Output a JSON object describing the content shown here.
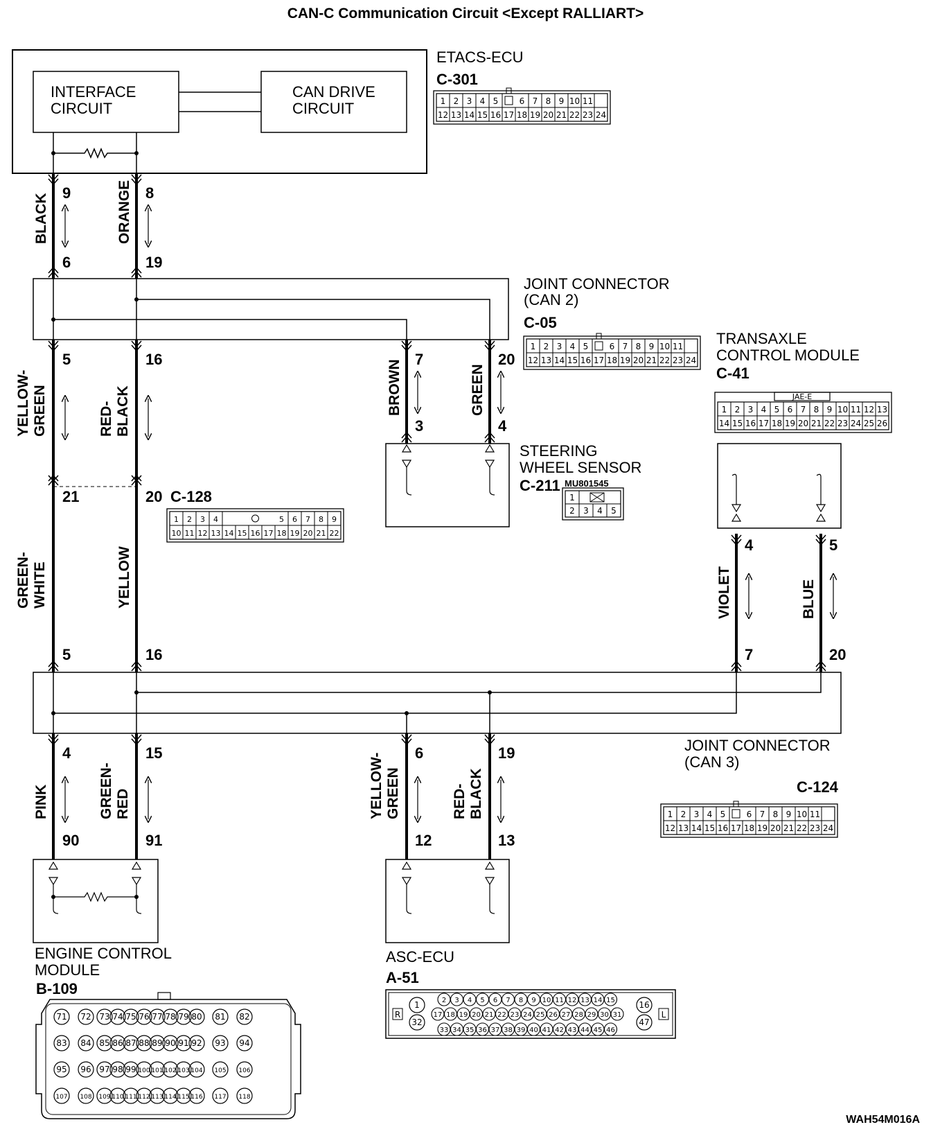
{
  "title": "CAN-C Communication Circuit <Except RALLIART>",
  "figure_code": "WAH54M016A",
  "components": {
    "etacs": {
      "name": "ETACS-ECU",
      "connector": "C-301"
    },
    "interface_circuit": {
      "line1": "INTERFACE",
      "line2": "CIRCUIT"
    },
    "can_drive_circuit": {
      "line1": "CAN DRIVE",
      "line2": "CIRCUIT"
    },
    "jc2": {
      "line1": "JOINT CONNECTOR",
      "line2": "(CAN 2)",
      "connector": "C-05"
    },
    "tcm": {
      "line1": "TRANSAXLE",
      "line2": "CONTROL MODULE",
      "connector": "C-41",
      "tag": "JAE-E"
    },
    "sws": {
      "line1": "STEERING",
      "line2": "WHEEL SENSOR",
      "connector": "C-211",
      "part": "MU801545"
    },
    "c128": {
      "connector": "C-128"
    },
    "jc3": {
      "line1": "JOINT CONNECTOR",
      "line2": "(CAN 3)",
      "connector": "C-124"
    },
    "ecm": {
      "line1": "ENGINE CONTROL",
      "line2": "MODULE",
      "connector": "B-109"
    },
    "asc": {
      "name": "ASC-ECU",
      "connector": "A-51"
    }
  },
  "pins": {
    "etacs_l": "9",
    "etacs_r": "8",
    "jc2_in_l": "6",
    "jc2_in_r": "19",
    "jc2_out_l": "5",
    "jc2_out_r": "16",
    "jc2_out_a": "7",
    "jc2_out_b": "20",
    "sws_l": "3",
    "sws_r": "4",
    "c128_l": "21",
    "c128_r": "20",
    "jc3_in_l": "5",
    "jc3_in_r": "16",
    "tcm_l": "4",
    "tcm_r": "5",
    "jc3_in_a": "7",
    "jc3_in_b": "20",
    "jc3_out_l": "4",
    "jc3_out_r": "15",
    "jc3_out_a": "6",
    "jc3_out_b": "19",
    "ecm_l": "90",
    "ecm_r": "91",
    "asc_l": "12",
    "asc_r": "13"
  },
  "wires": {
    "w1": "BLACK",
    "w2": "ORANGE",
    "w3a": "YELLOW-",
    "w3b": "GREEN",
    "w4a": "RED-",
    "w4b": "BLACK",
    "w5": "BROWN",
    "w6": "GREEN",
    "w7a": "GREEN-",
    "w7b": "WHITE",
    "w8": "YELLOW",
    "w9": "VIOLET",
    "w10": "BLUE",
    "w11": "PINK",
    "w12a": "GREEN-",
    "w12b": "RED",
    "w13a": "YELLOW-",
    "w13b": "GREEN",
    "w14a": "RED-",
    "w14b": "BLACK"
  },
  "connector_pins": {
    "c301": {
      "top": [
        "1",
        "2",
        "3",
        "4",
        "5",
        "6",
        "7",
        "8",
        "9",
        "10",
        "11"
      ],
      "bottom": [
        "12",
        "13",
        "14",
        "15",
        "16",
        "17",
        "18",
        "19",
        "20",
        "21",
        "22",
        "23",
        "24"
      ]
    },
    "c05": {
      "top": [
        "1",
        "2",
        "3",
        "4",
        "5",
        "6",
        "7",
        "8",
        "9",
        "10",
        "11"
      ],
      "bottom": [
        "12",
        "13",
        "14",
        "15",
        "16",
        "17",
        "18",
        "19",
        "20",
        "21",
        "22",
        "23",
        "24"
      ]
    },
    "c124": {
      "top": [
        "1",
        "2",
        "3",
        "4",
        "5",
        "6",
        "7",
        "8",
        "9",
        "10",
        "11"
      ],
      "bottom": [
        "12",
        "13",
        "14",
        "15",
        "16",
        "17",
        "18",
        "19",
        "20",
        "21",
        "22",
        "23",
        "24"
      ]
    },
    "c41": {
      "top": [
        "1",
        "2",
        "3",
        "4",
        "5",
        "6",
        "7",
        "8",
        "9",
        "10",
        "11",
        "12",
        "13"
      ],
      "bottom": [
        "14",
        "15",
        "16",
        "17",
        "18",
        "19",
        "20",
        "21",
        "22",
        "23",
        "24",
        "25",
        "26"
      ]
    },
    "c128": {
      "top": [
        "1",
        "2",
        "3",
        "4",
        "5",
        "6",
        "7",
        "8",
        "9"
      ],
      "bottom": [
        "10",
        "11",
        "12",
        "13",
        "14",
        "15",
        "16",
        "17",
        "18",
        "19",
        "20",
        "21",
        "22"
      ]
    },
    "c211": {
      "top": [
        "1"
      ],
      "bottom": [
        "2",
        "3",
        "4",
        "5"
      ]
    },
    "b109": [
      [
        "71",
        "72",
        "73",
        "74",
        "75",
        "76",
        "77",
        "78",
        "79",
        "80",
        "81",
        "82"
      ],
      [
        "83",
        "84",
        "85",
        "86",
        "87",
        "88",
        "89",
        "90",
        "91",
        "92",
        "93",
        "94"
      ],
      [
        "95",
        "96",
        "97",
        "98",
        "99",
        "100",
        "101",
        "102",
        "103",
        "104",
        "105",
        "106"
      ],
      [
        "107",
        "108",
        "109",
        "110",
        "111",
        "112",
        "113",
        "114",
        "115",
        "116",
        "117",
        "118"
      ]
    ],
    "a51": {
      "left": [
        "1",
        "32"
      ],
      "right": [
        "16",
        "47"
      ],
      "row1": [
        "2",
        "3",
        "4",
        "5",
        "6",
        "7",
        "8",
        "9",
        "10",
        "11",
        "12",
        "13",
        "14",
        "15"
      ],
      "row2": [
        "17",
        "18",
        "19",
        "20",
        "21",
        "22",
        "23",
        "24",
        "25",
        "26",
        "27",
        "28",
        "29",
        "30",
        "31"
      ],
      "row3": [
        "33",
        "34",
        "35",
        "36",
        "37",
        "38",
        "39",
        "40",
        "41",
        "42",
        "43",
        "44",
        "45",
        "46"
      ],
      "mark_l": "R",
      "mark_r": "L"
    }
  }
}
